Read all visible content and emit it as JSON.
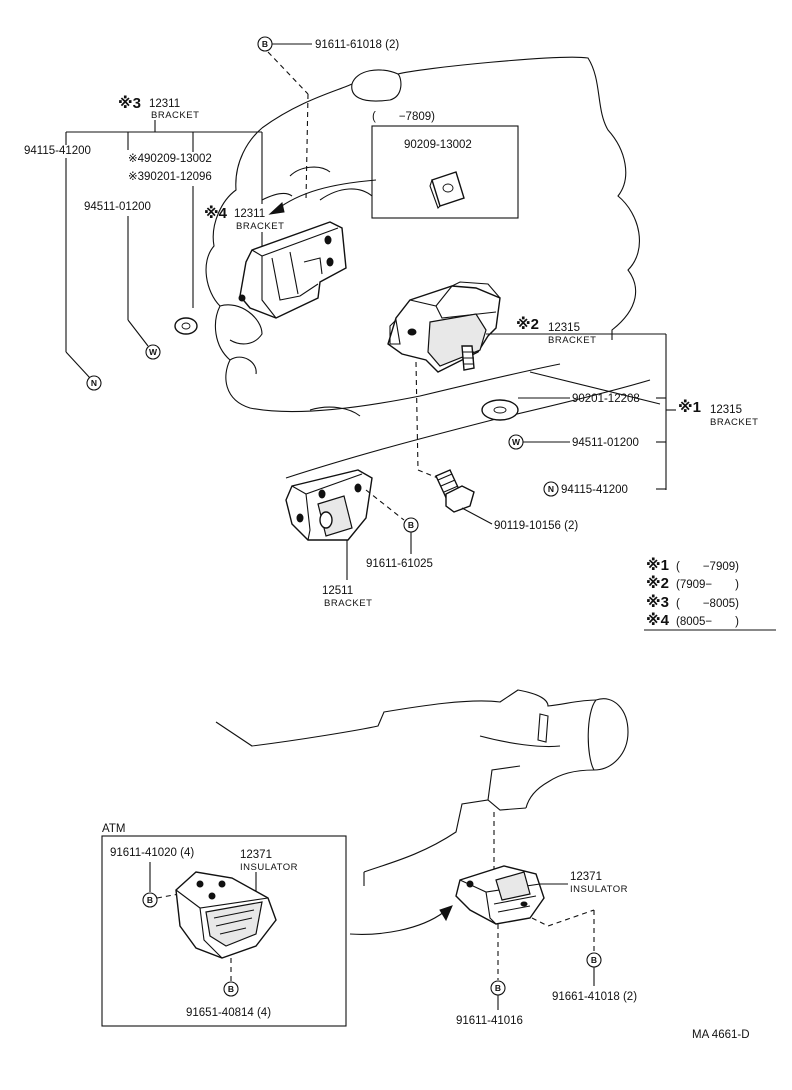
{
  "top": {
    "bolt_1": "91611-61018 (2)",
    "box_range": "(　　−7809)",
    "box_part": "90209-13002",
    "ref3_mark": "※3",
    "ref3_part": "12311",
    "ref3_name": "BRACKET",
    "p94115_left": "94115-41200",
    "p90209_ref4": "※490209-13002",
    "p90201_ref3": "※390201-12096",
    "p94511_left": "94511-01200",
    "ref4_mark": "※4",
    "ref4_part": "12311",
    "ref4_name": "BRACKET",
    "ref2_mark": "※2",
    "ref2_part": "12315",
    "ref2_name": "BRACKET",
    "ref1_mark": "※1",
    "ref1_part": "12315",
    "ref1_name": "BRACKET",
    "p90201_right": "90201-12208",
    "p94511_right": "94511-01200",
    "p94115_right": "94115-41200",
    "bolt_90119": "90119-10156 (2)",
    "bolt_61025": "91611-61025",
    "bracket_12511": "12511",
    "bracket_12511_name": "BRACKET"
  },
  "legend": [
    {
      "mark": "※1",
      "range": "(　　−7909)"
    },
    {
      "mark": "※2",
      "range": "(7909−　　)"
    },
    {
      "mark": "※3",
      "range": "(　　−8005)"
    },
    {
      "mark": "※4",
      "range": "(8005−　　)"
    }
  ],
  "symbols": {
    "b": "B",
    "w": "W",
    "n": "N"
  },
  "bottom": {
    "atm_label": "ATM",
    "atm_bolt_top": "91611-41020 (4)",
    "atm_insulator": "12371",
    "atm_insulator_name": "INSULATOR",
    "atm_bolt_bottom": "91651-40814 (4)",
    "insulator": "12371",
    "insulator_name": "INSULATOR",
    "bolt_41016": "91611-41016",
    "bolt_41018": "91661-41018 (2)"
  },
  "catalog_code": "MA  4661-D"
}
